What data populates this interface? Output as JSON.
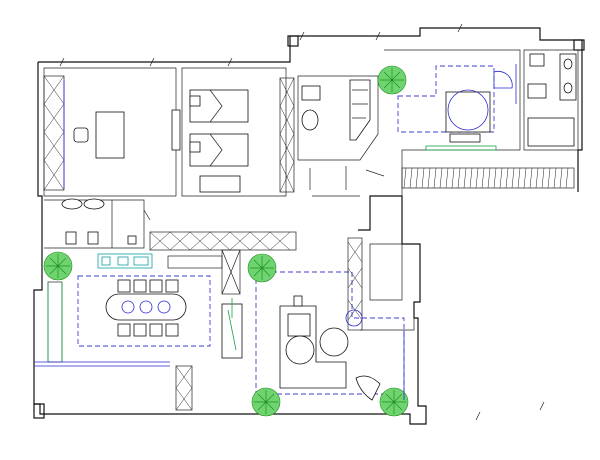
{
  "plan": {
    "rooms": [
      {
        "id": "office"
      },
      {
        "id": "bedroom-twin"
      },
      {
        "id": "bathroom-1"
      },
      {
        "id": "master-bedroom"
      },
      {
        "id": "master-bath"
      },
      {
        "id": "kitchen"
      },
      {
        "id": "dining"
      },
      {
        "id": "living"
      },
      {
        "id": "terrace"
      }
    ],
    "plants": 5,
    "dining_chairs": 8,
    "colors": {
      "walls": "#111111",
      "dashed_zones": "#3b3bd6",
      "windows": "#2a2ad0",
      "kitchen_fixtures": "#10a0a0",
      "plants": "#6fd36f",
      "accent_green": "#1aa34a"
    }
  }
}
